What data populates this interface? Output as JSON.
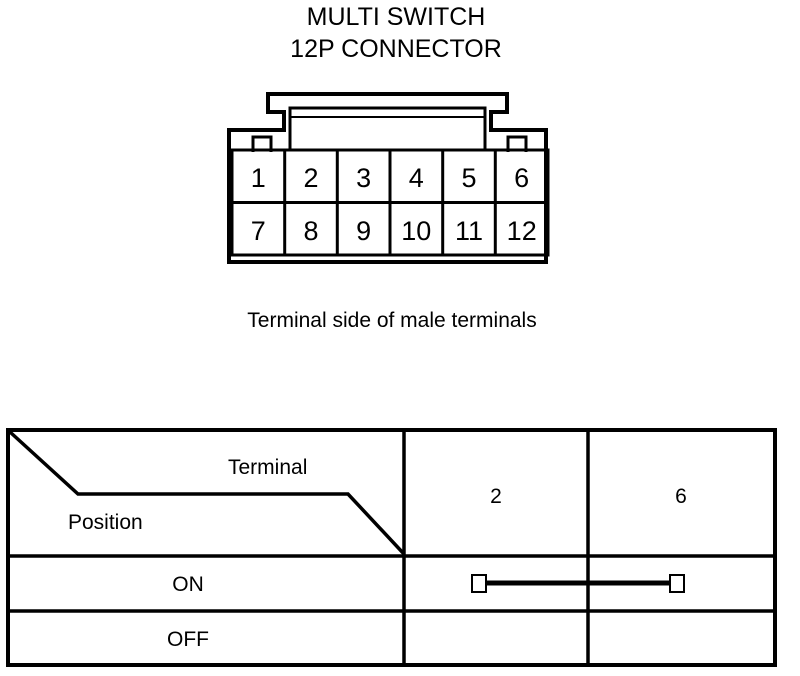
{
  "title": {
    "line1": "MULTI SWITCH",
    "line2": "12P CONNECTOR"
  },
  "connector": {
    "caption": "Terminal side of male terminals",
    "pins_top": [
      "1",
      "2",
      "3",
      "4",
      "5",
      "6"
    ],
    "pins_bottom": [
      "7",
      "8",
      "9",
      "10",
      "11",
      "12"
    ]
  },
  "table": {
    "header": {
      "terminal_label": "Terminal",
      "position_label": "Position"
    },
    "columns": [
      "2",
      "6"
    ],
    "rows": [
      {
        "label": "ON",
        "continuity": true
      },
      {
        "label": "OFF",
        "continuity": false
      }
    ]
  },
  "colors": {
    "line": "#000000",
    "background": "#ffffff"
  }
}
